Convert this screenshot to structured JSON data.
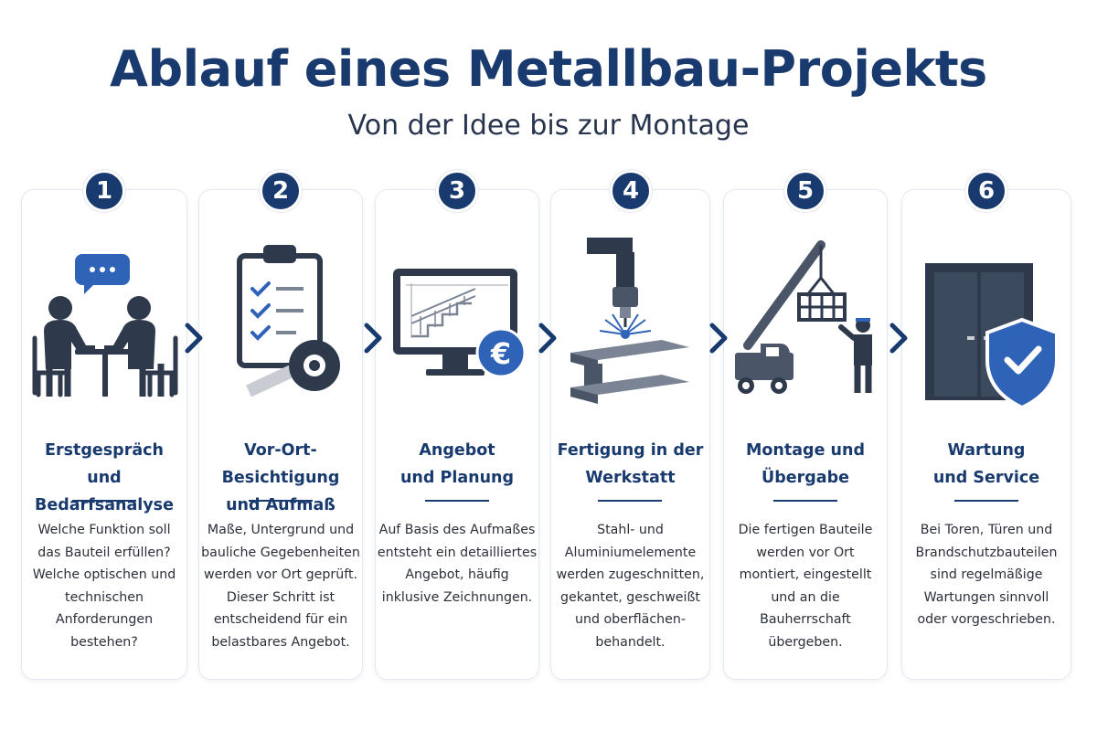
{
  "header": {
    "title": "Ablauf eines Metallbau-Projekts",
    "subtitle": "Von der Idee bis zur Montage"
  },
  "steps": [
    {
      "number": "1",
      "title_line1": "Erstgespräch",
      "title_line2": "und Bedarfsanalyse",
      "text_lines": [
        "Welche Funktion soll",
        "das Bauteil erfüllen?",
        "Welche optischen und",
        "technischen",
        "Anforderungen",
        "bestehen?"
      ],
      "icon": "consultation-meeting-icon"
    },
    {
      "number": "2",
      "title_line1": "Vor-Ort-Besichtigung",
      "title_line2": "und Aufmaß",
      "text_lines": [
        "Maße, Untergrund und",
        "bauliche Gegebenheiten",
        "werden vor Ort geprüft.",
        "Dieser Schritt ist",
        "entscheidend für ein",
        "belastbares Angebot."
      ],
      "icon": "clipboard-tape-measure-icon"
    },
    {
      "number": "3",
      "title_line1": "Angebot",
      "title_line2": "und Planung",
      "text_lines": [
        "Auf Basis des Aufmaßes",
        "entsteht ein detailliertes",
        "Angebot, häufig",
        "inklusive Zeichnungen."
      ],
      "icon": "monitor-drawing-euro-icon"
    },
    {
      "number": "4",
      "title_line1": "Fertigung in der",
      "title_line2": "Werkstatt",
      "text_lines": [
        "Stahl- und",
        "Aluminiumelemente",
        "werden zugeschnitten,",
        "gekantet, geschweißt",
        "und oberflächen-",
        "behandelt."
      ],
      "icon": "welding-steel-beam-icon"
    },
    {
      "number": "5",
      "title_line1": "Montage und",
      "title_line2": "Übergabe",
      "text_lines": [
        "Die fertigen Bauteile",
        "werden vor Ort",
        "montiert, eingestellt",
        "und an die",
        "Bauherrschaft",
        "übergeben."
      ],
      "icon": "crane-truck-worker-icon"
    },
    {
      "number": "6",
      "title_line1": "Wartung",
      "title_line2": "und Service",
      "text_lines": [
        "Bei Toren, Türen und",
        "Brandschutzbauteilen",
        "sind regelmäßige",
        "Wartungen sinnvoll",
        "oder vorgeschrieben."
      ],
      "icon": "door-shield-check-icon"
    }
  ],
  "colors": {
    "primary": "#183a6e",
    "icon_dark": "#2e3a4c",
    "icon_gray": "#7a8494",
    "accent_blue": "#2f63b8",
    "card_border": "#e3e8f0"
  }
}
